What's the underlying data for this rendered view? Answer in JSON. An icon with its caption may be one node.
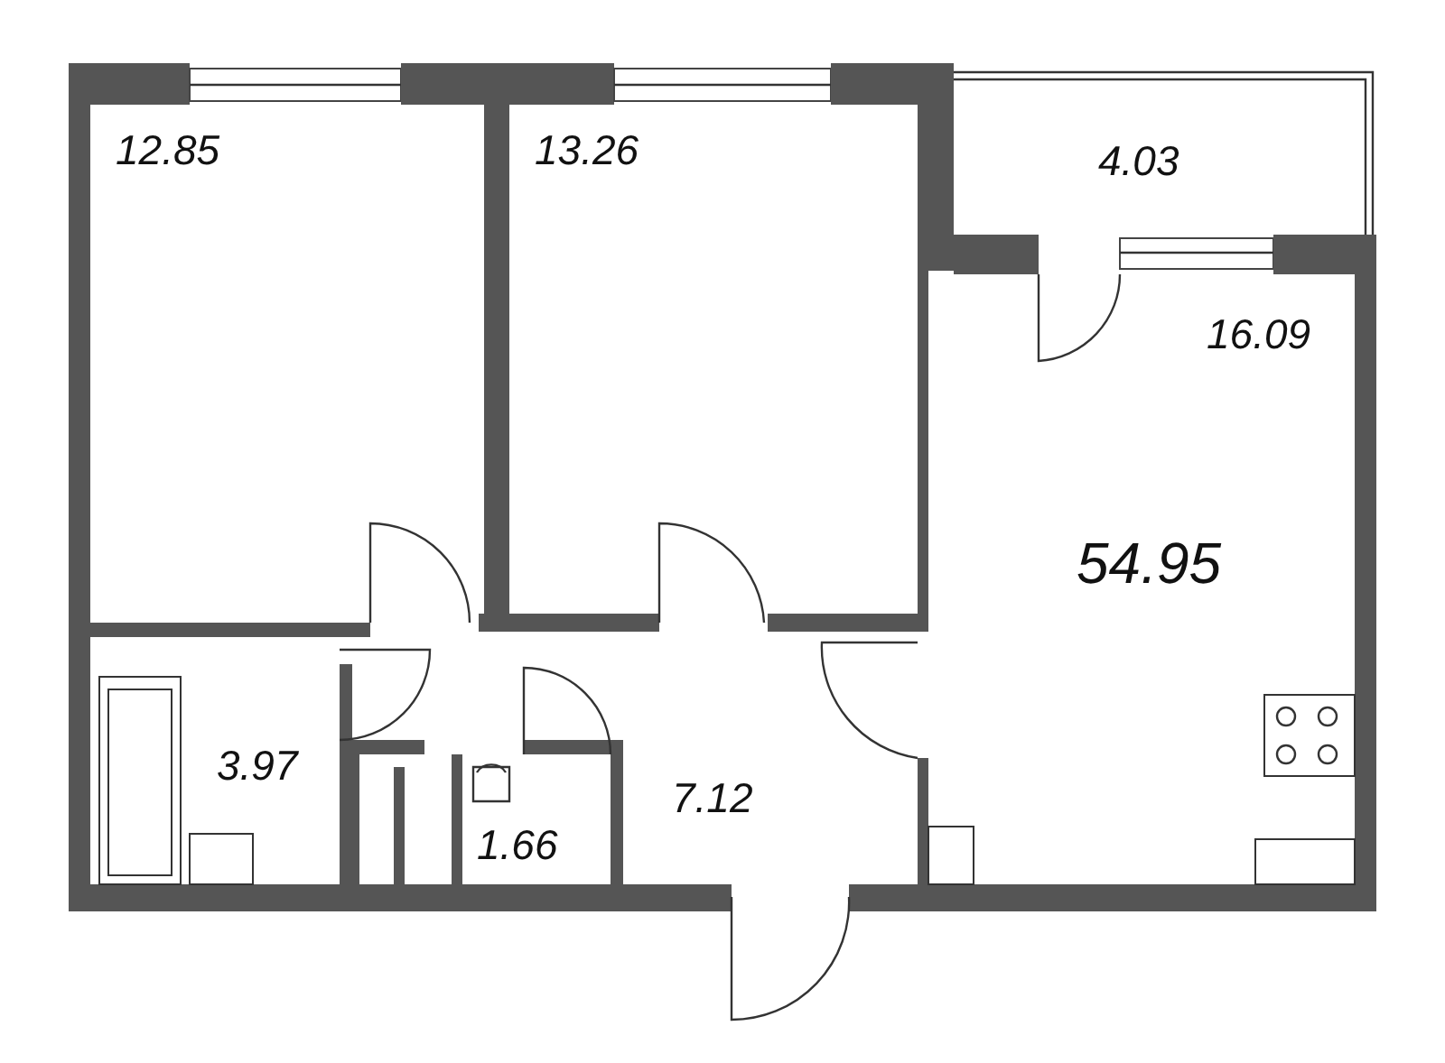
{
  "diagram": {
    "nodes": [
      {
        "text": [
          "12.85"
        ]
      },
      {
        "text": [
          "13.26"
        ]
      },
      {
        "text": [
          "4.03"
        ]
      },
      {
        "text": [
          "16.09"
        ]
      },
      {
        "text": [
          "3.97"
        ]
      },
      {
        "text": [
          "1.66"
        ]
      },
      {
        "text": [
          "7.12"
        ]
      }
    ],
    "labels": [
      "54.95"
    ]
  }
}
